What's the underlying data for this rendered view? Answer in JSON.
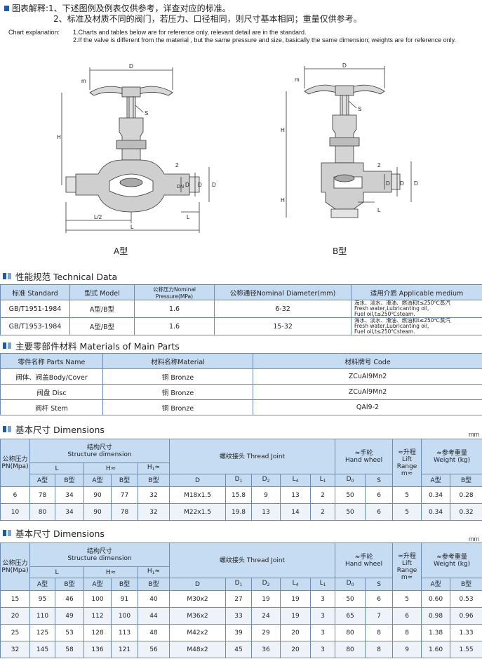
{
  "notes": {
    "cn_line1": "图表解释:1、下述图例及例表仅供参考，详查对应的标准。",
    "cn_line2": "2、标准及材质不同的阀门，若压力、口径相同，则尺寸基本相同；重量仅供参考。",
    "en_label": "Chart explanation:",
    "en_line1": "1.Charts and tables below are for reference only, relevant detail are in the standard.",
    "en_line2": "2.If the valve is different from the material , but the same pressure and size, basically the same dimension; weights are for reference only."
  },
  "drawings": {
    "a_caption": "A型",
    "b_caption": "B型",
    "labels": {
      "D0": "D",
      "m": "m",
      "S": "S",
      "H": "H",
      "H1": "H",
      "DN": "DN",
      "D1": "D",
      "D2": "D",
      "D": "D",
      "L1": "L",
      "L2": "L/2",
      "L": "L",
      "two": "2"
    }
  },
  "performance": {
    "title": "性能规范 Technical  Data",
    "headers": [
      "标准 Standard",
      "型式 Model",
      "公称压力Nominal Pressure(MPa)",
      "公称通径Nominal Diameter(mm)",
      "适用介质 Applicable medium"
    ],
    "rows": [
      {
        "standard": "GB/T1951-1984",
        "model": "A型/B型",
        "pressure": "1.6",
        "diameter": "6-32",
        "medium": [
          "海水、淡水、滑油、燃油和t≤250℃蒸汽",
          "Fresh water,Lubricanting oil,",
          "Fuel oil,t≤250℃steam."
        ]
      },
      {
        "standard": "GB/T1953-1984",
        "model": "A型/B型",
        "pressure": "1.6",
        "diameter": "15-32",
        "medium": [
          "海水、淡水、滑油、燃油和t≤250℃蒸汽",
          "Fresh water,Lubricanting oil,",
          "Fuel oil,t≤250℃steam."
        ]
      }
    ]
  },
  "materials": {
    "title": "主要零部件材料 Materials of Main Parts",
    "headers": [
      "零件名称 Parts Name",
      "材料名称Material",
      "材料牌号 Code"
    ],
    "rows": [
      {
        "part": "阀体、阀盖Body/Cover",
        "material": "铜 Bronze",
        "code": "ZCuAl9Mn2"
      },
      {
        "part": "阀盘 Disc",
        "material": "铜 Bronze",
        "code": "ZCuAl9Mn2"
      },
      {
        "part": "阀杆 Stem",
        "material": "铜 Bronze",
        "code": "QAl9-2"
      }
    ]
  },
  "dimensions": {
    "title": "基本尺寸 Dimensions",
    "unit": "mm",
    "h_pn": "公称压力PN(Mpa)",
    "h_structure": "结构尺寸",
    "h_structure_en": "Structure dimension",
    "h_thread": "螺纹接头 Thread Joint",
    "h_hand": "≈手轮",
    "h_hand_en": "Hand wheel",
    "h_lift": "≈升程",
    "h_lift_en": "Lift Range",
    "h_lift_m": "m≈",
    "h_weight": "≈参考重量",
    "h_weight_en": "Weight (kg)",
    "h_L": "L",
    "h_H": "H≈",
    "h_H1": "H",
    "h_H1_suffix": "≈",
    "h_A": "A型",
    "h_B": "B型",
    "h_D": "D",
    "h_D1": "D",
    "h_D2": "D",
    "h_L4": "L",
    "h_L1": "L",
    "h_D0": "D",
    "h_S": "S",
    "table1": [
      [
        "6",
        "78",
        "34",
        "90",
        "77",
        "32",
        "M18x1.5",
        "15.8",
        "9",
        "13",
        "2",
        "50",
        "6",
        "5",
        "0.34",
        "0.28"
      ],
      [
        "10",
        "80",
        "34",
        "90",
        "78",
        "32",
        "M22x1.5",
        "19.8",
        "13",
        "14",
        "2",
        "50",
        "6",
        "5",
        "0.34",
        "0.32"
      ]
    ],
    "table2": [
      [
        "15",
        "95",
        "46",
        "100",
        "91",
        "40",
        "M30x2",
        "27",
        "19",
        "19",
        "3",
        "50",
        "6",
        "5",
        "0.60",
        "0.53"
      ],
      [
        "20",
        "110",
        "49",
        "112",
        "100",
        "44",
        "M36x2",
        "33",
        "24",
        "19",
        "3",
        "65",
        "7",
        "6",
        "0.98",
        "0.96"
      ],
      [
        "25",
        "125",
        "53",
        "128",
        "113",
        "48",
        "M42x2",
        "39",
        "29",
        "20",
        "3",
        "80",
        "8",
        "8",
        "1.38",
        "1.33"
      ],
      [
        "32",
        "145",
        "58",
        "136",
        "121",
        "56",
        "M48x2",
        "45",
        "36",
        "20",
        "3",
        "80",
        "8",
        "9",
        "1.60",
        "1.55"
      ]
    ]
  }
}
